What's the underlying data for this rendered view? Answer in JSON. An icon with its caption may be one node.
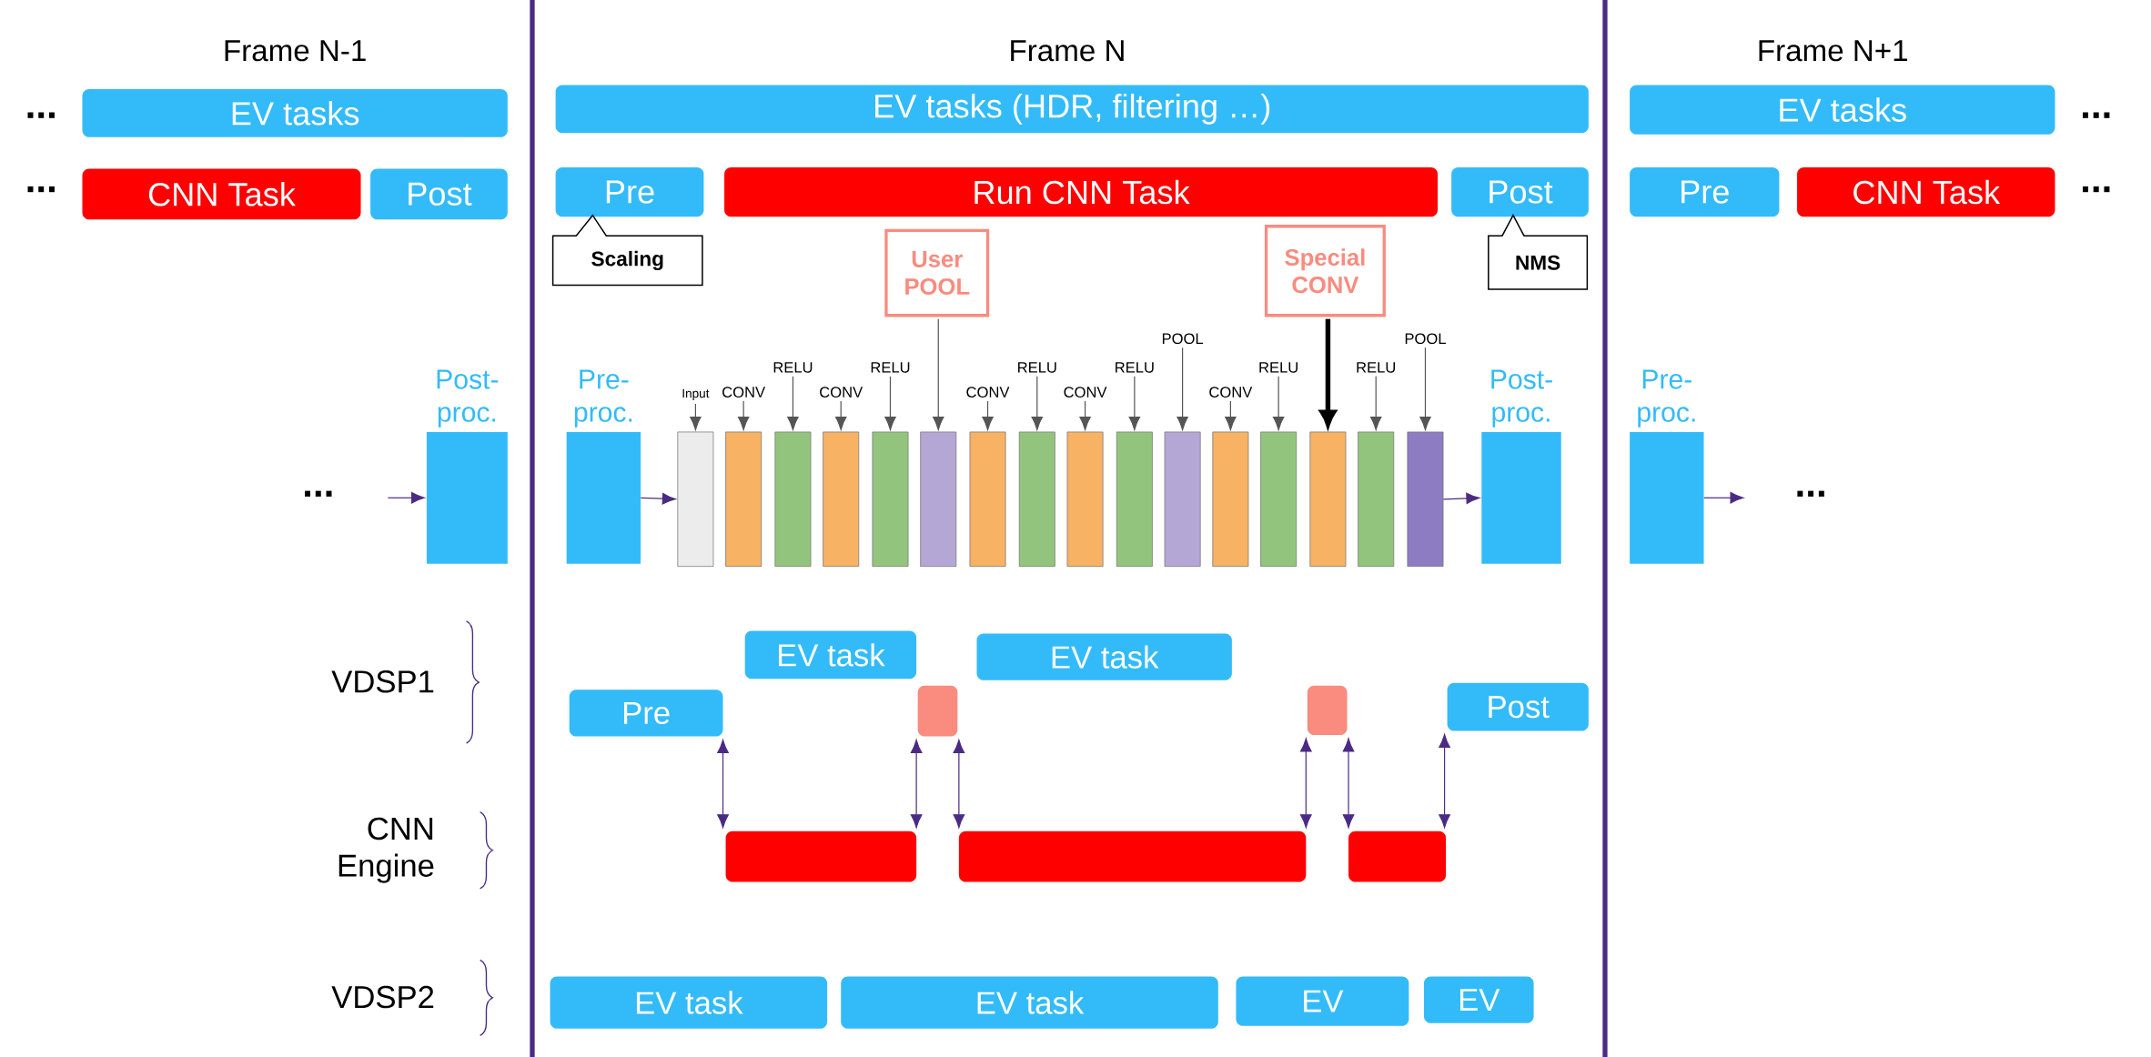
{
  "diagram": {
    "nodes": [
      {
        "text": [
          "EV tasks"
        ]
      },
      {
        "text": [
          "CNN Task"
        ]
      },
      {
        "text": [
          "Post"
        ]
      },
      {
        "text": [
          "EV tasks (HDR, filtering …)"
        ]
      },
      {
        "text": [
          "Pre"
        ]
      },
      {
        "text": [
          "Run CNN Task"
        ]
      },
      {
        "text": [
          "Post"
        ]
      },
      {
        "text": [
          "EV tasks"
        ]
      },
      {
        "text": [
          "Pre"
        ]
      },
      {
        "text": [
          "CNN Task"
        ]
      },
      {
        "text": [
          "Scaling"
        ]
      },
      {
        "text": [
          "NMS"
        ]
      },
      {
        "text": [
          "Post- proc."
        ]
      },
      {
        "text": [
          "Pre- proc."
        ]
      },
      {
        "text": [
          "Input"
        ]
      },
      {
        "text": [
          "CONV"
        ]
      },
      {
        "text": [
          "RELU"
        ]
      },
      {
        "text": [
          "CONV"
        ]
      },
      {
        "text": [
          "RELU"
        ]
      },
      {
        "text": [
          "User POOL"
        ]
      },
      {
        "text": [
          "CONV"
        ]
      },
      {
        "text": [
          "RELU"
        ]
      },
      {
        "text": [
          "CONV"
        ]
      },
      {
        "text": [
          "RELU"
        ]
      },
      {
        "text": [
          "POOL"
        ]
      },
      {
        "text": [
          "CONV"
        ]
      },
      {
        "text": [
          "RELU"
        ]
      },
      {
        "text": [
          "Special CONV"
        ]
      },
      {
        "text": [
          "RELU"
        ]
      },
      {
        "text": [
          "POOL"
        ]
      },
      {
        "text": [],
        "shape": "box"
      },
      {
        "text": [],
        "shape": "box"
      },
      {
        "text": [],
        "shape": "box"
      },
      {
        "text": [],
        "shape": "box"
      },
      {
        "text": [],
        "shape": "box"
      },
      {
        "text": [],
        "shape": "box"
      },
      {
        "text": [],
        "shape": "box"
      },
      {
        "text": [],
        "shape": "box"
      },
      {
        "text": [],
        "shape": "box"
      },
      {
        "text": [],
        "shape": "box"
      },
      {
        "text": [],
        "shape": "box"
      },
      {
        "text": [],
        "shape": "box"
      },
      {
        "text": [],
        "shape": "box"
      },
      {
        "text": [],
        "shape": "box"
      },
      {
        "text": [],
        "shape": "box"
      },
      {
        "text": [],
        "shape": "box"
      },
      {
        "text": [
          "Post- proc."
        ]
      },
      {
        "text": [
          "Pre- proc."
        ]
      },
      {
        "text": [
          "Pre"
        ]
      },
      {
        "text": [
          "EV task"
        ]
      },
      {
        "text": [],
        "shape": "box"
      },
      {
        "text": [
          "EV task"
        ]
      },
      {
        "text": [],
        "shape": "box"
      },
      {
        "text": [
          "Post"
        ]
      },
      {
        "text": [],
        "shape": "box"
      },
      {
        "text": [],
        "shape": "box"
      },
      {
        "text": [],
        "shape": "box"
      },
      {
        "text": [
          "EV task"
        ]
      },
      {
        "text": [
          "EV task"
        ]
      },
      {
        "text": [
          "EV"
        ]
      },
      {
        "text": [
          "EV"
        ]
      }
    ],
    "edges": [
      {
        "from": null,
        "to": 12,
        "arrow": "to",
        "color": "#4b2a84"
      },
      {
        "from": 13,
        "to": 30,
        "arrow": "to",
        "color": "#4b2a84"
      },
      {
        "from": 45,
        "to": 46,
        "arrow": "to",
        "color": "#4b2a84"
      },
      {
        "from": 47,
        "to": null,
        "arrow": "to",
        "color": "#4b2a84"
      },
      {
        "from": 14,
        "to": 30,
        "arrow": "to"
      },
      {
        "from": 15,
        "to": 31,
        "arrow": "to"
      },
      {
        "from": 16,
        "to": 32,
        "arrow": "to"
      },
      {
        "from": 17,
        "to": 33,
        "arrow": "to"
      },
      {
        "from": 18,
        "to": 34,
        "arrow": "to"
      },
      {
        "from": 19,
        "to": 35,
        "arrow": "to"
      },
      {
        "from": 20,
        "to": 36,
        "arrow": "to"
      },
      {
        "from": 21,
        "to": 37,
        "arrow": "to"
      },
      {
        "from": 22,
        "to": 38,
        "arrow": "to"
      },
      {
        "from": 23,
        "to": 39,
        "arrow": "to"
      },
      {
        "from": 24,
        "to": 40,
        "arrow": "to"
      },
      {
        "from": 25,
        "to": 41,
        "arrow": "to"
      },
      {
        "from": 26,
        "to": 42,
        "arrow": "to"
      },
      {
        "from": 27,
        "to": 43,
        "arrow": "to",
        "style": "thick",
        "color": "#000000"
      },
      {
        "from": 28,
        "to": 44,
        "arrow": "to"
      },
      {
        "from": 29,
        "to": 45,
        "arrow": "to"
      },
      {
        "from": 48,
        "to": 54,
        "arrow": "both",
        "color": "#4b2a84"
      },
      {
        "from": 50,
        "to": 54,
        "arrow": "both",
        "color": "#4b2a84"
      },
      {
        "from": 50,
        "to": 55,
        "arrow": "both",
        "color": "#4b2a84"
      },
      {
        "from": 52,
        "to": 55,
        "arrow": "both",
        "color": "#4b2a84"
      },
      {
        "from": 52,
        "to": 56,
        "arrow": "both",
        "color": "#4b2a84"
      },
      {
        "from": 53,
        "to": 56,
        "arrow": "both",
        "color": "#4b2a84"
      }
    ],
    "labels": [
      "Frame N-1",
      "Frame N",
      "Frame N+1",
      "...",
      "...",
      "...",
      "...",
      "...",
      "...",
      "VDSP1",
      "CNN Engine",
      "VDSP2"
    ]
  }
}
